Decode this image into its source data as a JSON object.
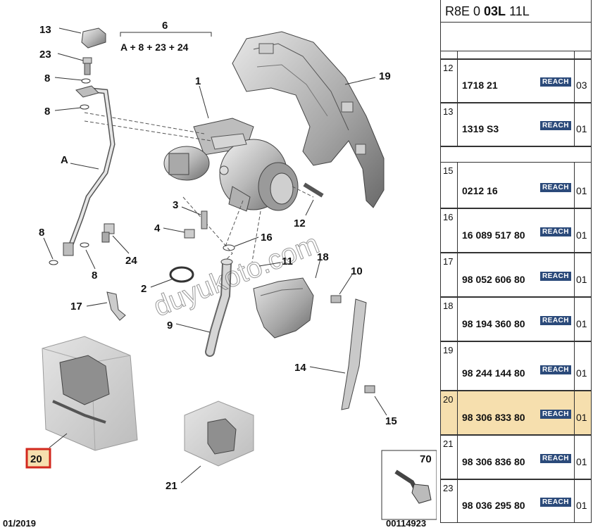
{
  "header": {
    "prefix": "R8E 0 ",
    "bold": "03L",
    "suffix": " 11L"
  },
  "diagram": {
    "labels": {
      "n13": "13",
      "n23": "23",
      "n8a": "8",
      "n8b": "8",
      "n6": "6",
      "formula": "A + 8 + 23 + 24",
      "n1": "1",
      "n19": "19",
      "nA": "A",
      "n3": "3",
      "n4": "4",
      "n12": "12",
      "n8c": "8",
      "n8d": "8",
      "n24": "24",
      "n16": "16",
      "n11": "11",
      "n18": "18",
      "n10": "10",
      "n2": "2",
      "n17": "17",
      "n9": "9",
      "n14": "14",
      "n15": "15",
      "n20": "20",
      "n21": "21",
      "n70": "70"
    },
    "watermark": "duyukoto.com",
    "footer_left": "01/2019",
    "footer_right": "00114923"
  },
  "parts": [
    {
      "pos": "12",
      "ref": "1718 21",
      "badge": "REACH",
      "qty": "03",
      "highlight": false
    },
    {
      "pos": "13",
      "ref": "1319 S3",
      "badge": "REACH",
      "qty": "01",
      "highlight": false
    },
    {
      "pos": "15",
      "ref": "0212 16",
      "badge": "REACH",
      "qty": "01",
      "highlight": false
    },
    {
      "pos": "16",
      "ref": "16 089 517 80",
      "badge": "REACH",
      "qty": "01",
      "highlight": false
    },
    {
      "pos": "17",
      "ref": "98 052 606 80",
      "badge": "REACH",
      "qty": "01",
      "highlight": false
    },
    {
      "pos": "18",
      "ref": "98 194 360 80",
      "badge": "REACH",
      "qty": "01",
      "highlight": false
    },
    {
      "pos": "19",
      "ref": "98 244 144 80",
      "badge": "REACH",
      "qty": "01",
      "highlight": false
    },
    {
      "pos": "20",
      "ref": "98 306 833 80",
      "badge": "REACH",
      "qty": "01",
      "highlight": true
    },
    {
      "pos": "21",
      "ref": "98 306 836 80",
      "badge": "REACH",
      "qty": "01",
      "highlight": false
    },
    {
      "pos": "23",
      "ref": "98 036 295 80",
      "badge": "REACH",
      "qty": "01",
      "highlight": false
    }
  ]
}
